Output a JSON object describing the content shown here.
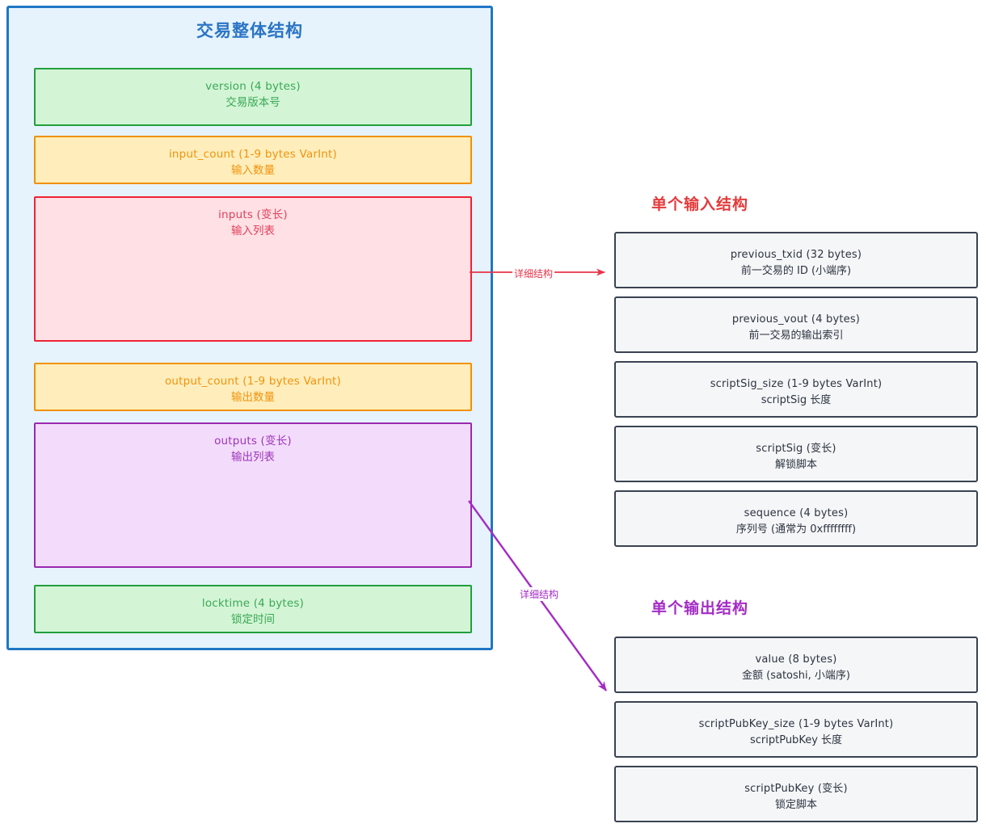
{
  "transaction_structure": {
    "title": "交易整体结构",
    "border_color": "#1f77c4",
    "fields": [
      {
        "name": "version (4 bytes)",
        "desc": "交易版本号",
        "color": "green"
      },
      {
        "name": "input_count (1-9 bytes VarInt)",
        "desc": "输入数量",
        "color": "orange"
      },
      {
        "name": "inputs (变长)",
        "desc": "输入列表",
        "color": "red"
      },
      {
        "name": "output_count (1-9 bytes VarInt)",
        "desc": "输出数量",
        "color": "orange"
      },
      {
        "name": "outputs (变长)",
        "desc": "输出列表",
        "color": "purple"
      },
      {
        "name": "locktime (4 bytes)",
        "desc": "锁定时间",
        "color": "green"
      }
    ]
  },
  "input_structure": {
    "title": "单个输入结构",
    "title_color": "#e33b3b",
    "fields": [
      {
        "name": "previous_txid (32 bytes)",
        "desc": "前一交易的 ID (小端序)"
      },
      {
        "name": "previous_vout (4 bytes)",
        "desc": "前一交易的输出索引"
      },
      {
        "name": "scriptSig_size (1-9 bytes VarInt)",
        "desc": "scriptSig 长度"
      },
      {
        "name": "scriptSig (变长)",
        "desc": "解锁脚本"
      },
      {
        "name": "sequence (4 bytes)",
        "desc": "序列号 (通常为 0xffffffff)"
      }
    ]
  },
  "output_structure": {
    "title": "单个输出结构",
    "title_color": "#a32cc4",
    "fields": [
      {
        "name": "value (8 bytes)",
        "desc": "金额 (satoshi, 小端序)"
      },
      {
        "name": "scriptPubKey_size (1-9 bytes VarInt)",
        "desc": "scriptPubKey 长度"
      },
      {
        "name": "scriptPubKey (变长)",
        "desc": "锁定脚本"
      }
    ]
  },
  "connectors": [
    {
      "label": "详细结构",
      "color": "#e8344a",
      "from": "inputs",
      "to": "input_structure"
    },
    {
      "label": "详细结构",
      "color": "#a32cc4",
      "from": "outputs",
      "to": "output_structure"
    }
  ]
}
